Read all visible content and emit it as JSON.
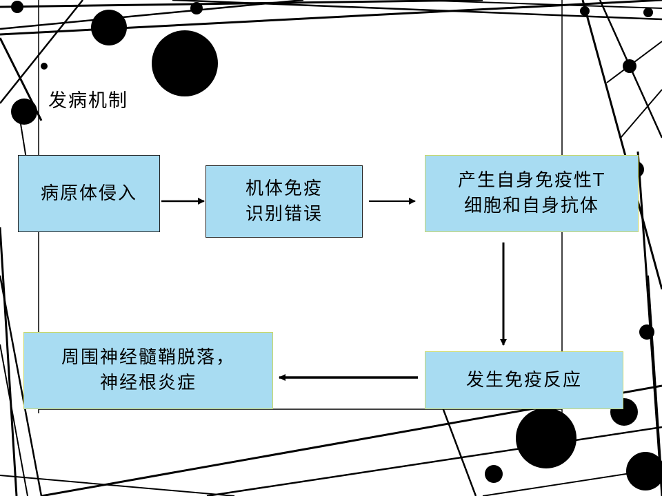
{
  "title": "发病机制",
  "boxes": {
    "pathogen": {
      "lines": [
        "病原体侵入"
      ]
    },
    "immune_error": {
      "lines": [
        "机体免疫",
        "识别错误"
      ]
    },
    "autoimmune": {
      "lines": [
        "产生自身免疫性T",
        "细胞和自身抗体"
      ]
    },
    "immune_response": {
      "lines": [
        "发生免疫反应"
      ]
    },
    "demyelination": {
      "lines": [
        "周围神经髓鞘脱落，",
        "神经根炎症"
      ]
    }
  },
  "colors": {
    "box_fill": "#a8dcf2",
    "box_border": "#222222",
    "box_border_highlight": "#c9d86a",
    "arrow": "#000000"
  }
}
